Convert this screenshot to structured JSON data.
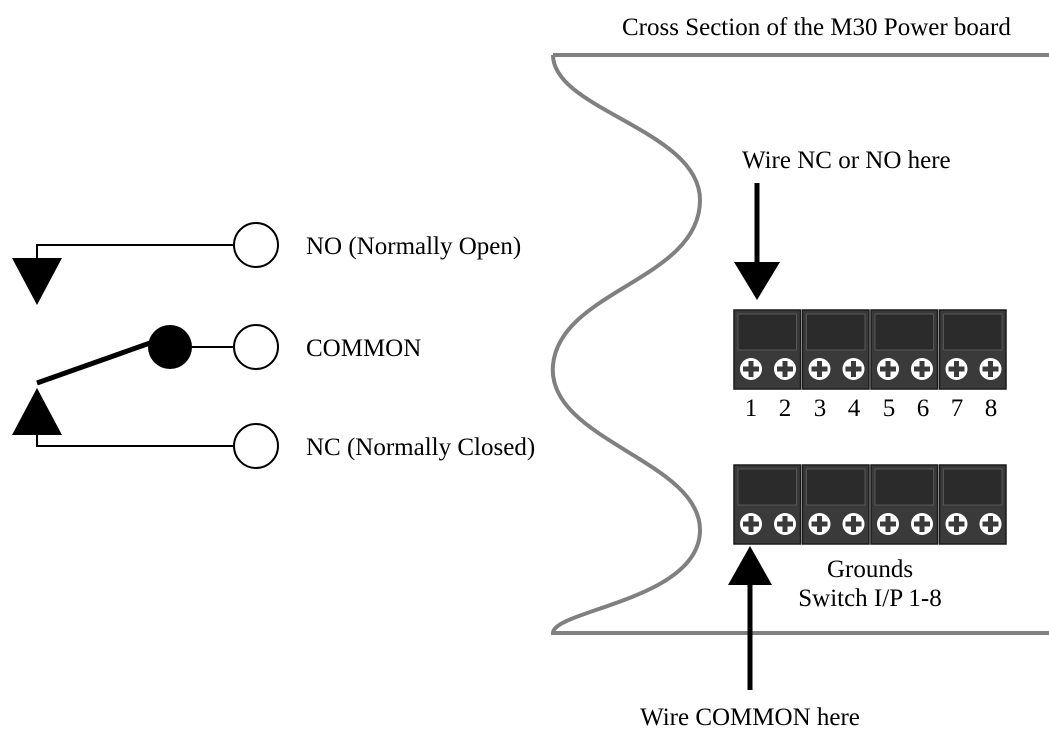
{
  "title": "Cross Section of the M30 Power board",
  "labels": {
    "no": "NO (Normally Open)",
    "common": "COMMON",
    "nc": "NC (Normally Closed)",
    "wire_nc_no": "Wire NC or NO here",
    "wire_common": "Wire COMMON here",
    "grounds_line1": "Grounds",
    "grounds_line2": "Switch I/P 1-8"
  },
  "terminal_numbers": [
    "1",
    "2",
    "3",
    "4",
    "5",
    "6",
    "7",
    "8"
  ],
  "colors": {
    "board_outline": "#808080",
    "terminal_block": "#3a3a3a",
    "terminal_top": "#2b2b2b",
    "screw": "#ffffff",
    "line": "#000000"
  }
}
